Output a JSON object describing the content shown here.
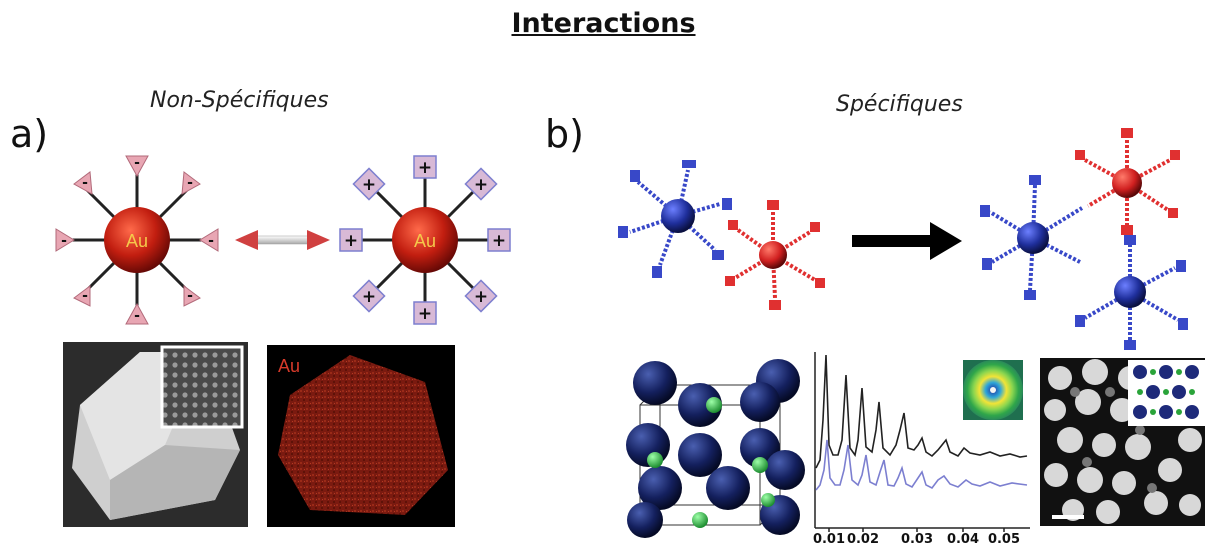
{
  "title": "Interactions",
  "left": {
    "subtitle": "Non-Spécifiques",
    "panel": "a)",
    "particle_label": "Au",
    "map_label": "Au",
    "neg_sign": "-",
    "pos_sign": "+"
  },
  "right": {
    "subtitle": "Spécifiques",
    "panel": "b)",
    "saxs_ticks": [
      "0.01",
      "0.02",
      "0.03",
      "0.04",
      "0.05"
    ]
  },
  "colors": {
    "gold_core": "#c21e10",
    "ligand_neg": "#e8a6b3",
    "ligand_pos": "#d8b9d6",
    "blue_particle": "#1f2f9c",
    "red_particle": "#d12020",
    "map_red": "#7a1a10"
  }
}
